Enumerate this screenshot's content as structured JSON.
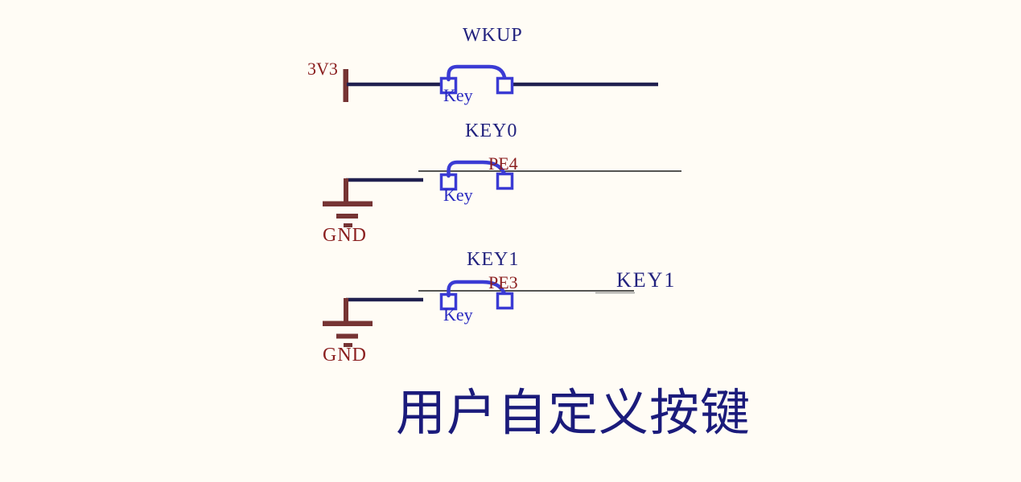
{
  "diagram": {
    "caption": "用户自定义按键",
    "circuits": [
      {
        "title": "WKUP",
        "power_label": "3V3",
        "button_label": "Key"
      },
      {
        "title": "KEY0",
        "pin_label": "PE4",
        "button_label": "Key",
        "ground_label": "GND"
      },
      {
        "title": "KEY1",
        "pin_label": "PE3",
        "net_label": "KEY1",
        "button_label": "Key",
        "ground_label": "GND"
      }
    ]
  },
  "colors": {
    "bg": "#FFFCF5",
    "wire": "#20204f",
    "thin_line": "#1c1c1c",
    "button_blue": "#3b3bd4",
    "key_blue": "#2929c0",
    "title_navy": "#22227e",
    "net_red": "#8b2020",
    "power_red": "#763434",
    "caption_navy": "#1b1b7b"
  }
}
